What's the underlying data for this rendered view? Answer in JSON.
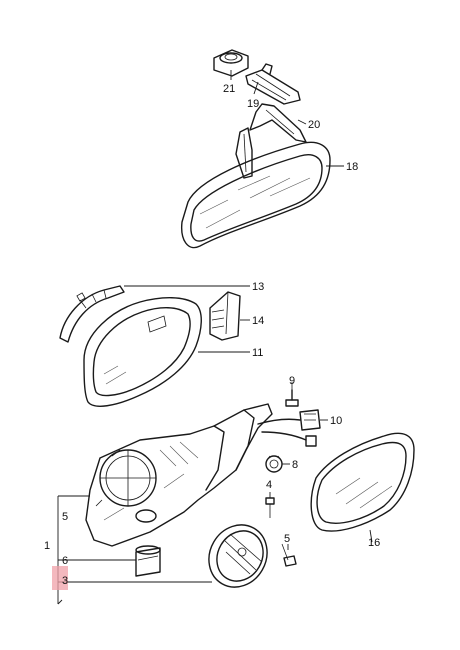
{
  "callouts": {
    "c21": "21",
    "c19": "19",
    "c20": "20",
    "c18": "18",
    "c13": "13",
    "c14": "14",
    "c11": "11",
    "c9": "9",
    "c10": "10",
    "c8": "8",
    "c4": "4",
    "c5_left": "5",
    "c5_right": "5",
    "c1": "1",
    "c6": "6",
    "c3": "3",
    "c16": "16"
  },
  "colors": {
    "line": "#1a1a1a",
    "highlight": "#f0a0a8"
  }
}
